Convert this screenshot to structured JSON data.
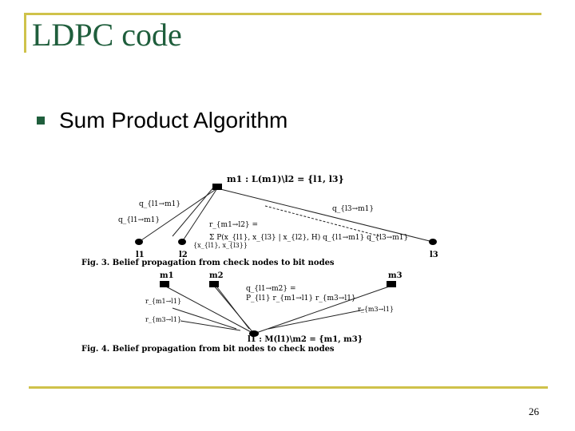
{
  "slide": {
    "title": "LDPC code",
    "bullet": "Sum Product Algorithm",
    "page_number": "26"
  },
  "figure": {
    "fig3": {
      "check_node": "m1",
      "check_node_label": "m1 : L(m1)\\l2 = {l1, l3}",
      "bit_nodes": [
        "l1",
        "l2",
        "l3"
      ],
      "messages": [
        "q_{l1→m1}",
        "q_{l1→m1}",
        "q_{l3→m1}",
        "r_{m1→l2} ="
      ],
      "equation": "Σ P(x_{l1}, x_{l3} | x_{l2}, H) q_{l1→m1} q_{l3→m1}",
      "sum_index": "{x_{l1}, x_{l3}}",
      "caption": "Fig. 3.   Belief propagation from check nodes to bit nodes"
    },
    "fig4": {
      "check_nodes": [
        "m1",
        "m2",
        "m3"
      ],
      "bit_node": "l1",
      "bit_node_label": "l1 : M(l1)\\m2 = {m1, m3}",
      "messages": [
        "r_{m1→l1}",
        "r_{m3→l1}",
        "r_{m3→l1}"
      ],
      "equation_lhs": "q_{l1→m2} =",
      "equation_rhs": "P_{l1} r_{m1→l1} r_{m3→l1}",
      "caption": "Fig. 4.   Belief propagation from bit nodes to check nodes"
    }
  },
  "colors": {
    "title": "#1f5e3c",
    "rule": "#cfc24a"
  }
}
